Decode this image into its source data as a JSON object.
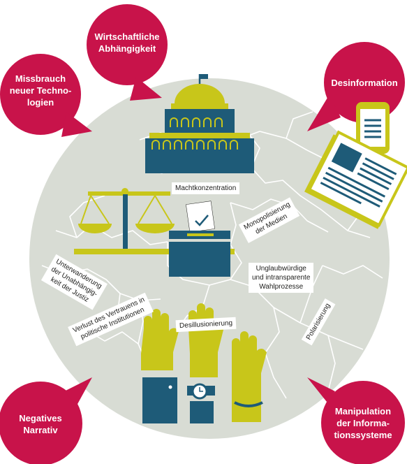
{
  "colors": {
    "threat": "#c8134a",
    "globe": "#d8dcd4",
    "crack": "#ffffff",
    "navy": "#1e5b78",
    "lime": "#c8c61a",
    "dark": "#1d1d1b"
  },
  "threats": {
    "wirtschaft": "Wirtschaftliche\nAbhängigkeit",
    "missbrauch": "Missbrauch\nneuer Techno-\nlogien",
    "desinformation": "Desinformation",
    "narrativ": "Negatives\nNarrativ",
    "manipulation": "Manipulation\nder Informa-\ntionssysteme"
  },
  "labels": {
    "macht": "Machtkonzentration",
    "medien": "Monopolisierung\nder Medien",
    "wahl": "Unglaubwürdige\nund intransparente\nWahlprozesse",
    "justiz": "Unterwanderung\nder Unabhängig-\nkeit der Justiz",
    "vertrauen": "Verlust des Vertrauens in\npolitische Institutionen",
    "desillusion": "Desillusionierung",
    "polarisierung": "Polarisierung"
  },
  "icons": [
    "capitol-icon",
    "scales-icon",
    "ballot-box-icon",
    "smartphone-icon",
    "newspaper-icon",
    "raised-hands-icon"
  ]
}
